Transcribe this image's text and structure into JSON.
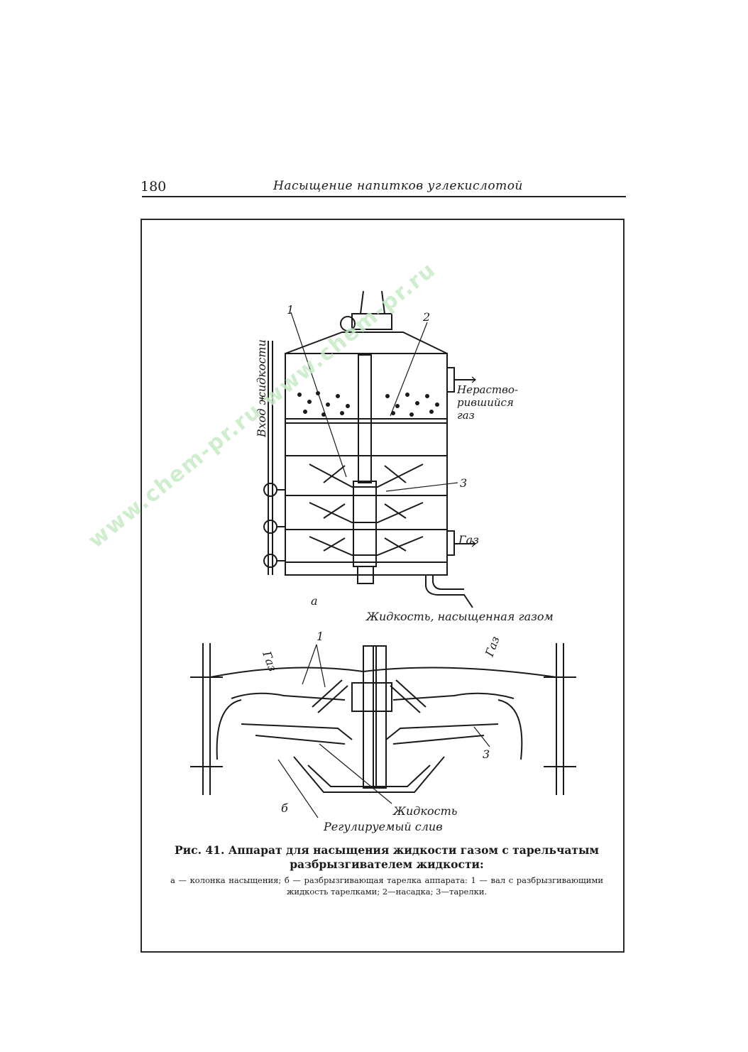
{
  "page": {
    "number": "180",
    "running_header": "Насыщение напитков углекислотой"
  },
  "figure": {
    "panel_a": {
      "panel_letter": "а",
      "callout_1": "1",
      "callout_2": "2",
      "callout_3": "3",
      "liquid_inlet": "Вход жидкости",
      "undissolved_gas_line1": "Нераство-",
      "undissolved_gas_line2": "рившийся",
      "undissolved_gas_line3": "газ",
      "gas": "Газ",
      "saturated_liquid": "Жидкость, насыщенная газом"
    },
    "panel_b": {
      "panel_letter": "б",
      "callout_1": "1",
      "callout_3": "3",
      "gas_left": "Газ",
      "gas_right": "Газ",
      "liquid": "Жидкость",
      "regulated_drain": "Регулируемый слив"
    }
  },
  "caption": {
    "title": "Рис. 41. Аппарат для насыщения жидкости газом с тарельчатым разбрызгивателем жидкости:",
    "legend": "а — колонка насыщения; б — разбрызгивающая тарелка аппарата: 1 — вал с разбрызгивающими жидкость тарелками; 2—насадка; 3—тарелки."
  },
  "watermark": {
    "text": "www.chem-pr.ru www.chem-pr.ru"
  }
}
